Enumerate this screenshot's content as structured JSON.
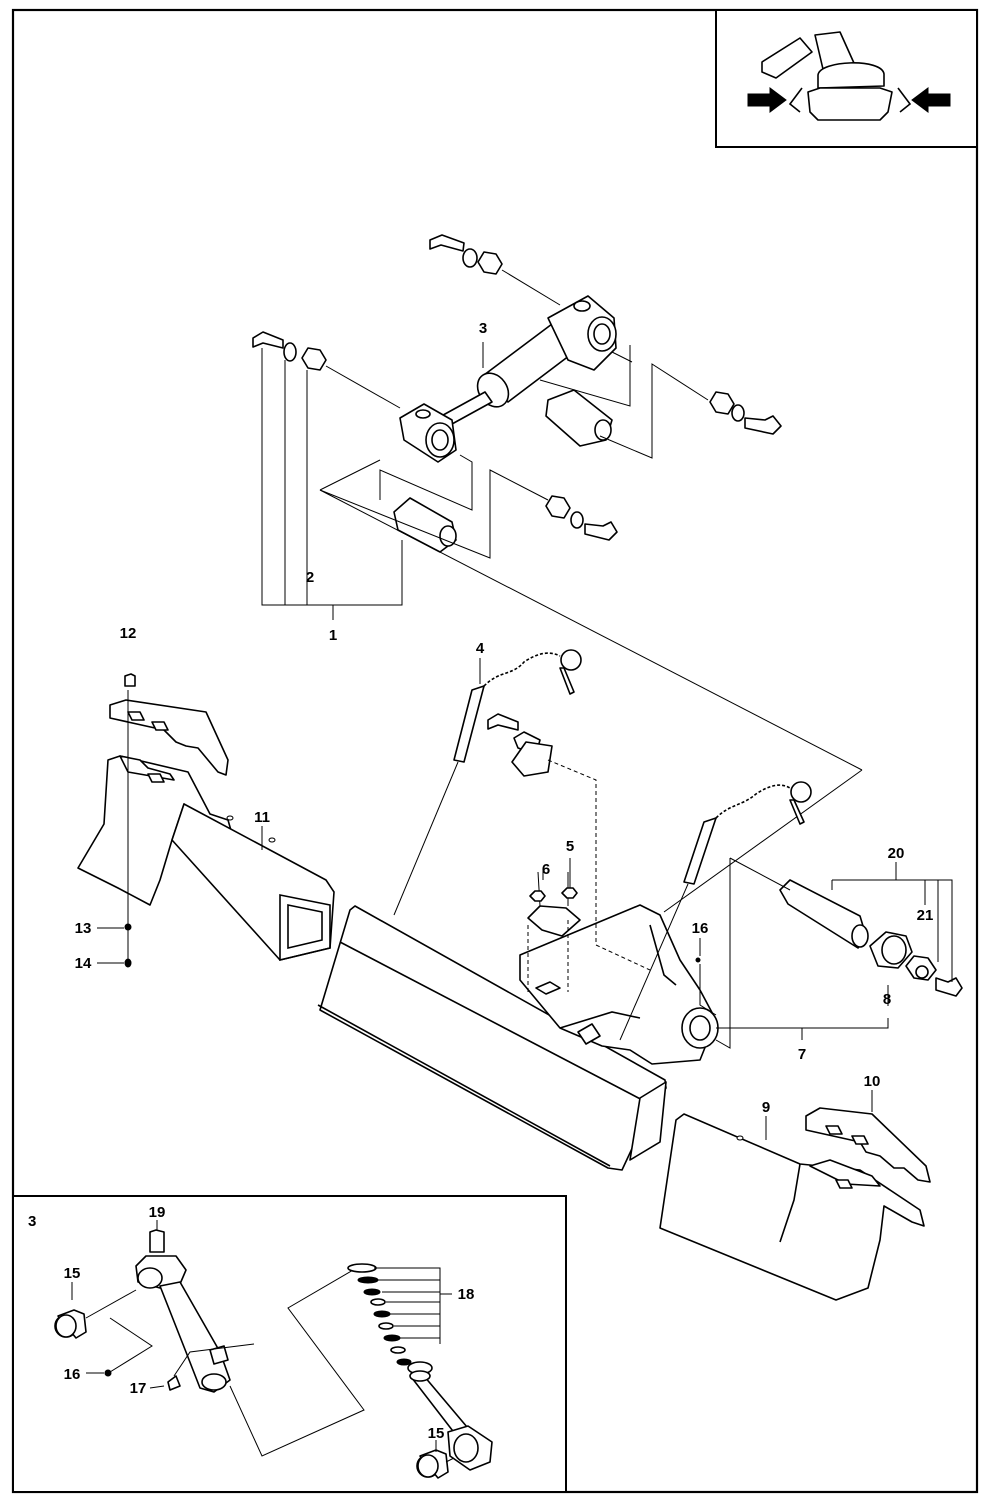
{
  "diagram": {
    "callouts": {
      "c1": "1",
      "c2": "2",
      "c3": "3",
      "c4": "4",
      "c5": "5",
      "c6": "6",
      "c7": "7",
      "c8": "8",
      "c9": "9",
      "c10": "10",
      "c11": "11",
      "c12": "12",
      "c13": "13",
      "c14": "14",
      "c16": "16",
      "c20": "20",
      "c21": "21"
    },
    "detail_panel": {
      "title": "3",
      "callouts": {
        "c15a": "15",
        "c15b": "15",
        "c16": "16",
        "c17": "17",
        "c18": "18",
        "c19": "19"
      }
    },
    "locator_icon": "machine-blade-locator-icon"
  }
}
